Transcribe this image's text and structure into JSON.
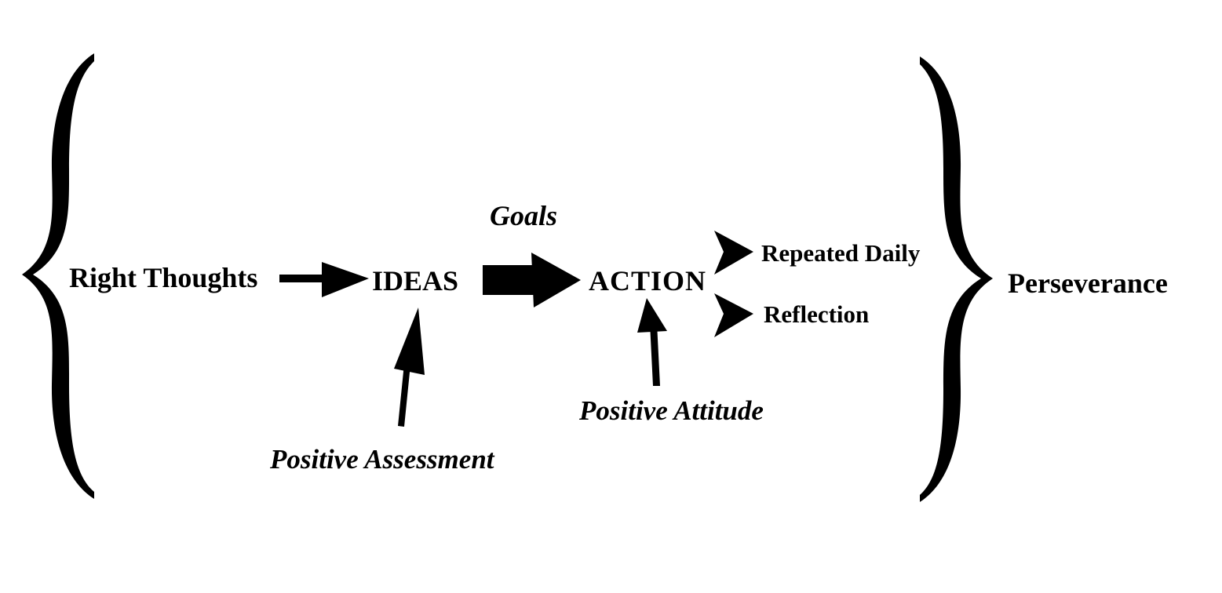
{
  "diagram": {
    "colors": {
      "ink": "#000000",
      "background": "#ffffff"
    },
    "nodes": {
      "right_thoughts": "Right Thoughts",
      "ideas": "IDEAS",
      "action": "ACTION",
      "repeated_daily": "Repeated Daily",
      "reflection": "Reflection",
      "perseverance": "Perseverance"
    },
    "modifiers": {
      "goals": "Goals",
      "positive_assessment": "Positive Assessment",
      "positive_attitude": "Positive Attitude"
    },
    "connections": [
      {
        "from": "Right Thoughts",
        "to": "IDEAS"
      },
      {
        "from": "IDEAS",
        "to": "ACTION",
        "label": "Goals"
      },
      {
        "from": "Positive Assessment",
        "to": "IDEAS"
      },
      {
        "from": "Positive Attitude",
        "to": "ACTION"
      },
      {
        "from": "ACTION",
        "to": "Repeated Daily"
      },
      {
        "from": "ACTION",
        "to": "Reflection"
      }
    ],
    "grouping": "curly braces enclose the whole process, followed by Perseverance"
  }
}
